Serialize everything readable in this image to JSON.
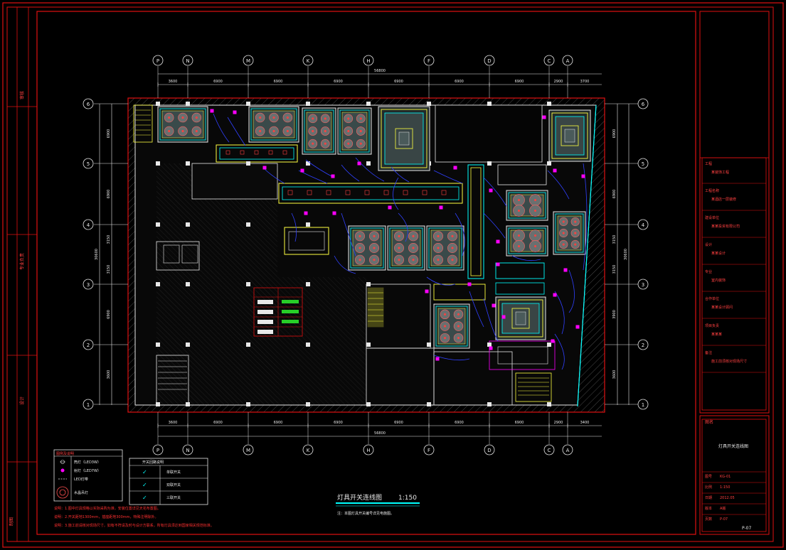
{
  "grid": {
    "top_columns": [
      "P",
      "N",
      "M",
      "K",
      "H",
      "F",
      "D",
      "C",
      "A"
    ],
    "bottom_columns": [
      "P",
      "N",
      "M",
      "K",
      "H",
      "F",
      "D",
      "C",
      "A"
    ],
    "left_rows": [
      "6",
      "5",
      "4",
      "3",
      "2",
      "1"
    ],
    "right_rows": [
      "6",
      "5",
      "4",
      "3",
      "2",
      "1"
    ]
  },
  "dims": {
    "top_total": "56800",
    "top_segments": [
      "3600",
      "6900",
      "6900",
      "6900",
      "6900",
      "6900",
      "6900",
      "2900",
      "3700"
    ],
    "bottom_total": "56800",
    "bottom_segments": [
      "3600",
      "6900",
      "6900",
      "6900",
      "6900",
      "6900",
      "6900",
      "2900",
      "3400"
    ],
    "left_total": "30600",
    "left_segments": [
      "6900",
      "6900",
      "3150",
      "3150",
      "6900",
      "3600"
    ],
    "right_total": "30600",
    "right_segments": [
      "6900",
      "6900",
      "3150",
      "3150",
      "3900",
      "3600"
    ]
  },
  "drawing_title": {
    "name": "灯具开关连线图",
    "scale": "1:150",
    "note": "注：本图灯具开关编号详见电施图。"
  },
  "legend_left": {
    "title": "图例及说明",
    "items": [
      "筒灯（LED3W）",
      "射灯（LED7W）",
      "LED灯带",
      "水晶吊灯"
    ]
  },
  "legend_right": {
    "title": "开关回路说明",
    "items": [
      "单联开关",
      "双联开关",
      "三联开关"
    ]
  },
  "notes": [
    "说明：1.图中灯具规格以实际采购为准，安装位置详见天花布置图。",
    "说明：2.开关距地1300mm，插座距地300mm，特殊注明除外。",
    "说明：3.施工前请核对现场尺寸，如有不符请及时与设计方联系，所有灯具须达到国家相关规范标准。"
  ],
  "frame_left": {
    "labels": [
      "审核",
      "专业负责",
      "设计",
      "制图"
    ]
  },
  "title_block": {
    "rows": [
      {
        "label": "工程",
        "value": "某装饰工程"
      },
      {
        "label": "工程名称",
        "value": "某酒店一层装修"
      },
      {
        "label": "建设单位",
        "value": "某某投资有限公司"
      },
      {
        "label": "设计",
        "value": "某某设计"
      },
      {
        "label": "专业",
        "value": "室内装饰"
      },
      {
        "label": "合作单位",
        "value": "某某设计顾问"
      },
      {
        "label": "项目负责",
        "value": "某某某"
      },
      {
        "label": "备注",
        "value": "施工前须核对现场尺寸"
      }
    ],
    "sheet_label": "图名",
    "sheet_name": "灯具开关连线图",
    "sheet_rows": [
      {
        "label": "图号",
        "value": "KG-01"
      },
      {
        "label": "比例",
        "value": "1:150"
      },
      {
        "label": "日期",
        "value": "2012.05"
      },
      {
        "label": "版本",
        "value": "A版"
      },
      {
        "label": "页数",
        "value": "P-07"
      }
    ],
    "page": "P-07"
  },
  "colors": {
    "frame": "#e01010",
    "wall": "#e8e8e8",
    "ceiling": "#00ffff",
    "wire": "#3040ff",
    "switch": "#ff00ff",
    "hatch": "#707070",
    "yellow": "#ffff40",
    "green": "#30ff30"
  }
}
